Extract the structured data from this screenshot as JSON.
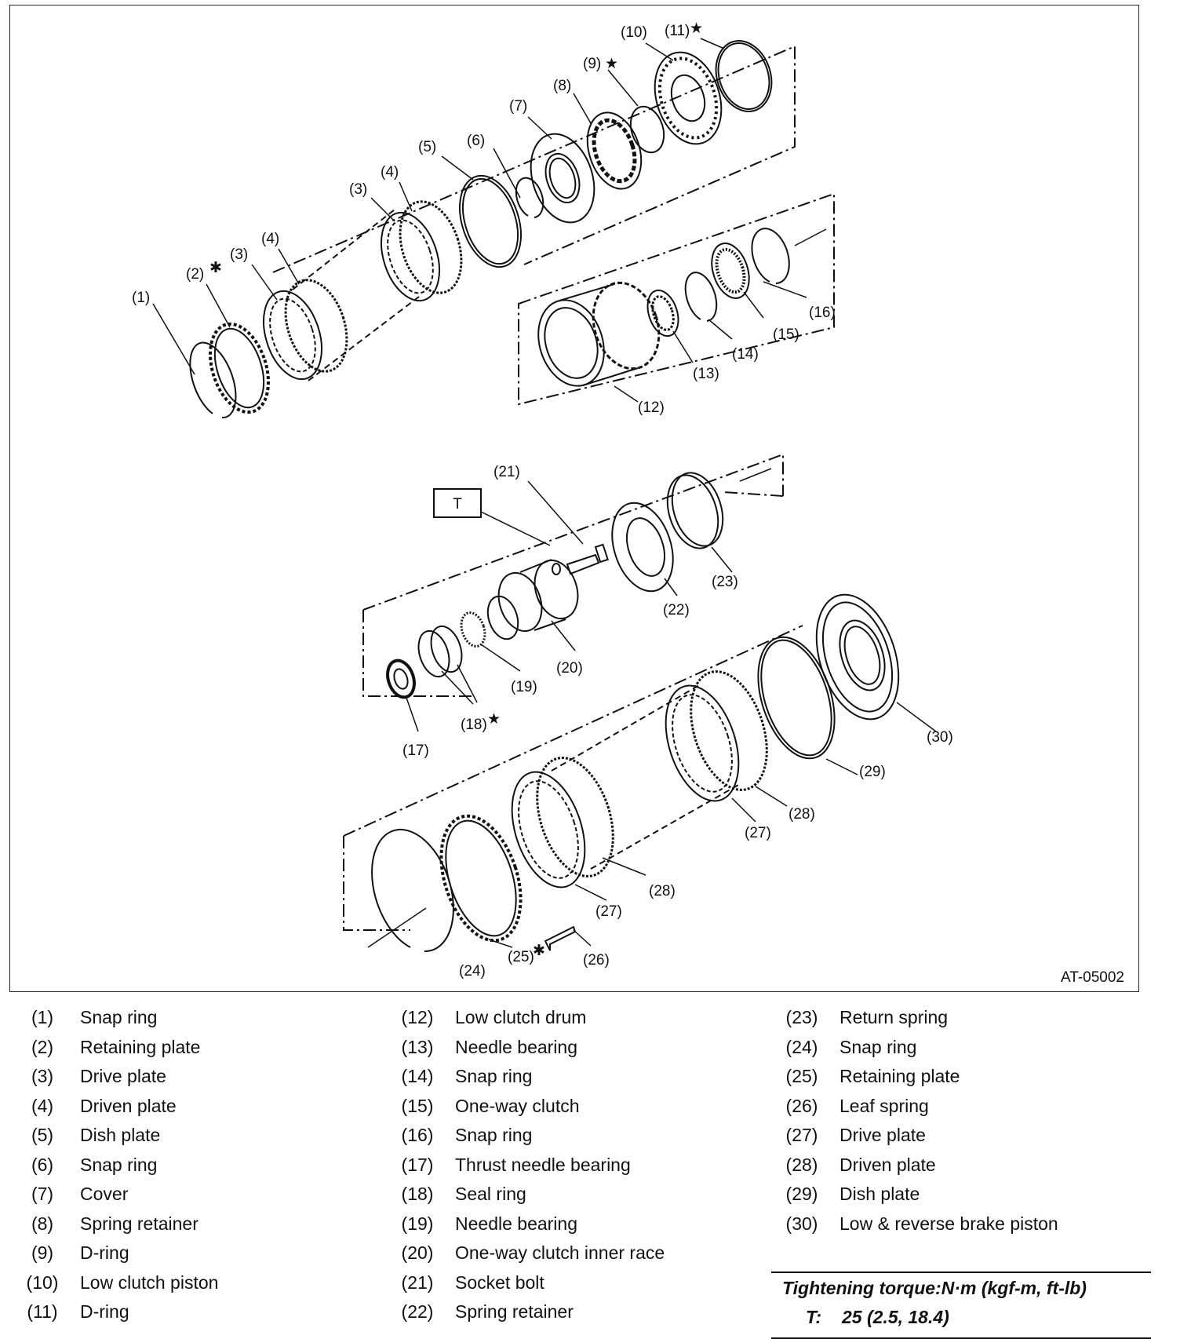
{
  "figure_id": "AT-05002",
  "torque_tag": "T",
  "callouts": {
    "c1": "(1)",
    "c2": "(2)",
    "c3a": "(3)",
    "c3b": "(3)",
    "c4a": "(4)",
    "c4b": "(4)",
    "c5": "(5)",
    "c6": "(6)",
    "c7": "(7)",
    "c8": "(8)",
    "c9": "(9)",
    "c10": "(10)",
    "c11": "(11)",
    "c12": "(12)",
    "c13": "(13)",
    "c14": "(14)",
    "c15": "(15)",
    "c16": "(16)",
    "c17": "(17)",
    "c18": "(18)",
    "c19": "(19)",
    "c20": "(20)",
    "c21": "(21)",
    "c22": "(22)",
    "c23": "(23)",
    "c24": "(24)",
    "c25": "(25)",
    "c26": "(26)",
    "c27a": "(27)",
    "c27b": "(27)",
    "c28a": "(28)",
    "c28b": "(28)",
    "c29": "(29)",
    "c30": "(30)"
  },
  "marks": {
    "asterisk": "✱",
    "star": "★"
  },
  "legend": {
    "col1": [
      {
        "num": "(1)",
        "name": "Snap ring"
      },
      {
        "num": "(2)",
        "name": "Retaining plate"
      },
      {
        "num": "(3)",
        "name": "Drive plate"
      },
      {
        "num": "(4)",
        "name": "Driven plate"
      },
      {
        "num": "(5)",
        "name": "Dish plate"
      },
      {
        "num": "(6)",
        "name": "Snap ring"
      },
      {
        "num": "(7)",
        "name": "Cover"
      },
      {
        "num": "(8)",
        "name": "Spring retainer"
      },
      {
        "num": "(9)",
        "name": "D-ring"
      },
      {
        "num": "(10)",
        "name": "Low clutch piston"
      },
      {
        "num": "(11)",
        "name": "D-ring"
      }
    ],
    "col2": [
      {
        "num": "(12)",
        "name": "Low clutch drum"
      },
      {
        "num": "(13)",
        "name": "Needle bearing"
      },
      {
        "num": "(14)",
        "name": "Snap ring"
      },
      {
        "num": "(15)",
        "name": "One-way clutch"
      },
      {
        "num": "(16)",
        "name": "Snap ring"
      },
      {
        "num": "(17)",
        "name": "Thrust needle bearing"
      },
      {
        "num": "(18)",
        "name": "Seal ring"
      },
      {
        "num": "(19)",
        "name": "Needle bearing"
      },
      {
        "num": "(20)",
        "name": "One-way clutch inner race"
      },
      {
        "num": "(21)",
        "name": "Socket bolt"
      },
      {
        "num": "(22)",
        "name": "Spring retainer"
      }
    ],
    "col3": [
      {
        "num": "(23)",
        "name": "Return spring"
      },
      {
        "num": "(24)",
        "name": "Snap ring"
      },
      {
        "num": "(25)",
        "name": "Retaining plate"
      },
      {
        "num": "(26)",
        "name": "Leaf spring"
      },
      {
        "num": "(27)",
        "name": "Drive plate"
      },
      {
        "num": "(28)",
        "name": "Driven plate"
      },
      {
        "num": "(29)",
        "name": "Dish plate"
      },
      {
        "num": "(30)",
        "name": "Low & reverse brake piston"
      }
    ]
  },
  "torque": {
    "title": "Tightening torque:N·m (kgf-m, ft-lb)",
    "key": "T:",
    "value": "25 (2.5, 18.4)"
  }
}
